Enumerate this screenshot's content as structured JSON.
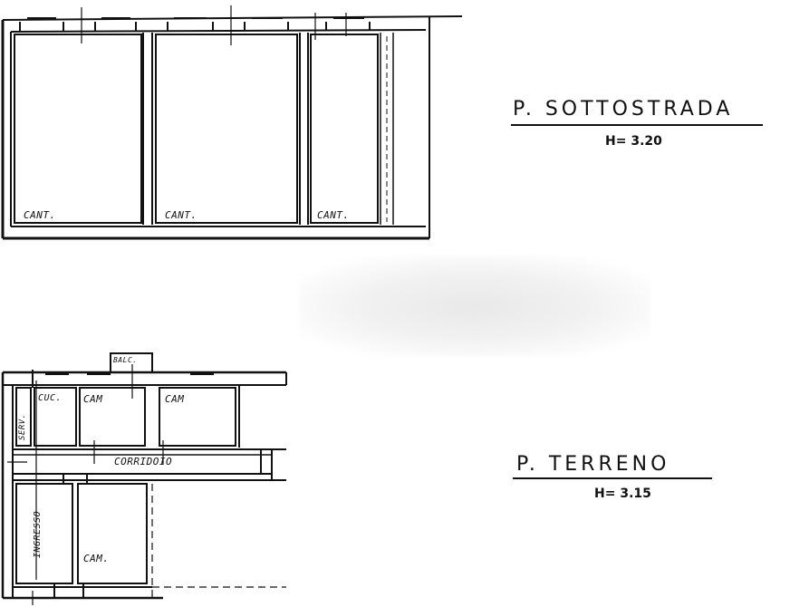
{
  "floors": {
    "basement": {
      "title": "P. SOTTOSTRADA",
      "height": "H= 3.20",
      "rooms": [
        "CANT.",
        "CANT.",
        "CANT."
      ]
    },
    "ground": {
      "title": "P. TERRENO",
      "height": "H= 3.15",
      "rooms": {
        "balcony": "BALC.",
        "service": "SERV.",
        "kitchen": "CUC.",
        "bedroom1": "CAM",
        "bedroom2": "CAM",
        "corridor": "CORRIDOIO",
        "entrance": "INGRESSO",
        "bedroom3": "CAM."
      }
    }
  },
  "colors": {
    "ink": "#111111",
    "paper": "#ffffff"
  }
}
